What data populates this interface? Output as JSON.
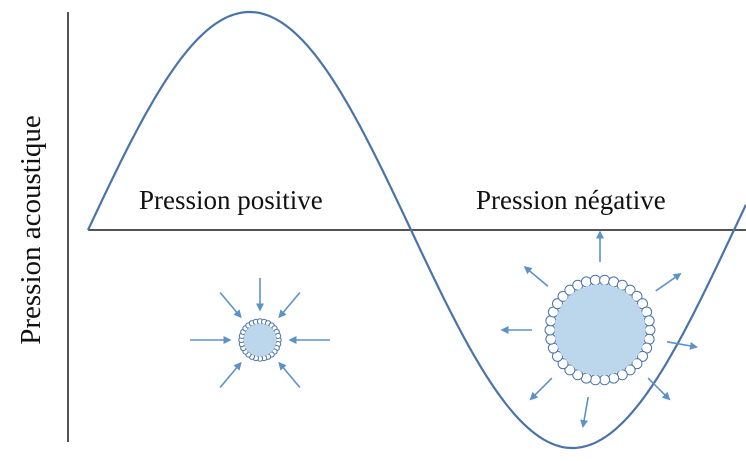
{
  "y_axis_label": "Pression acoustique",
  "regions": {
    "positive_label": "Pression positive",
    "negative_label": "Pression négative"
  },
  "colors": {
    "wave": "#4a74a8",
    "axis": "#1a1a1a",
    "bubble_fill": "#bcd6ec",
    "bubble_outline": "#4a74a8",
    "arrow": "#5b93c8"
  },
  "bubbles": [
    {
      "name": "compressed-bubble",
      "state": "compressed",
      "arrow_direction": "inward"
    },
    {
      "name": "expanded-bubble",
      "state": "expanded",
      "arrow_direction": "outward"
    }
  ]
}
